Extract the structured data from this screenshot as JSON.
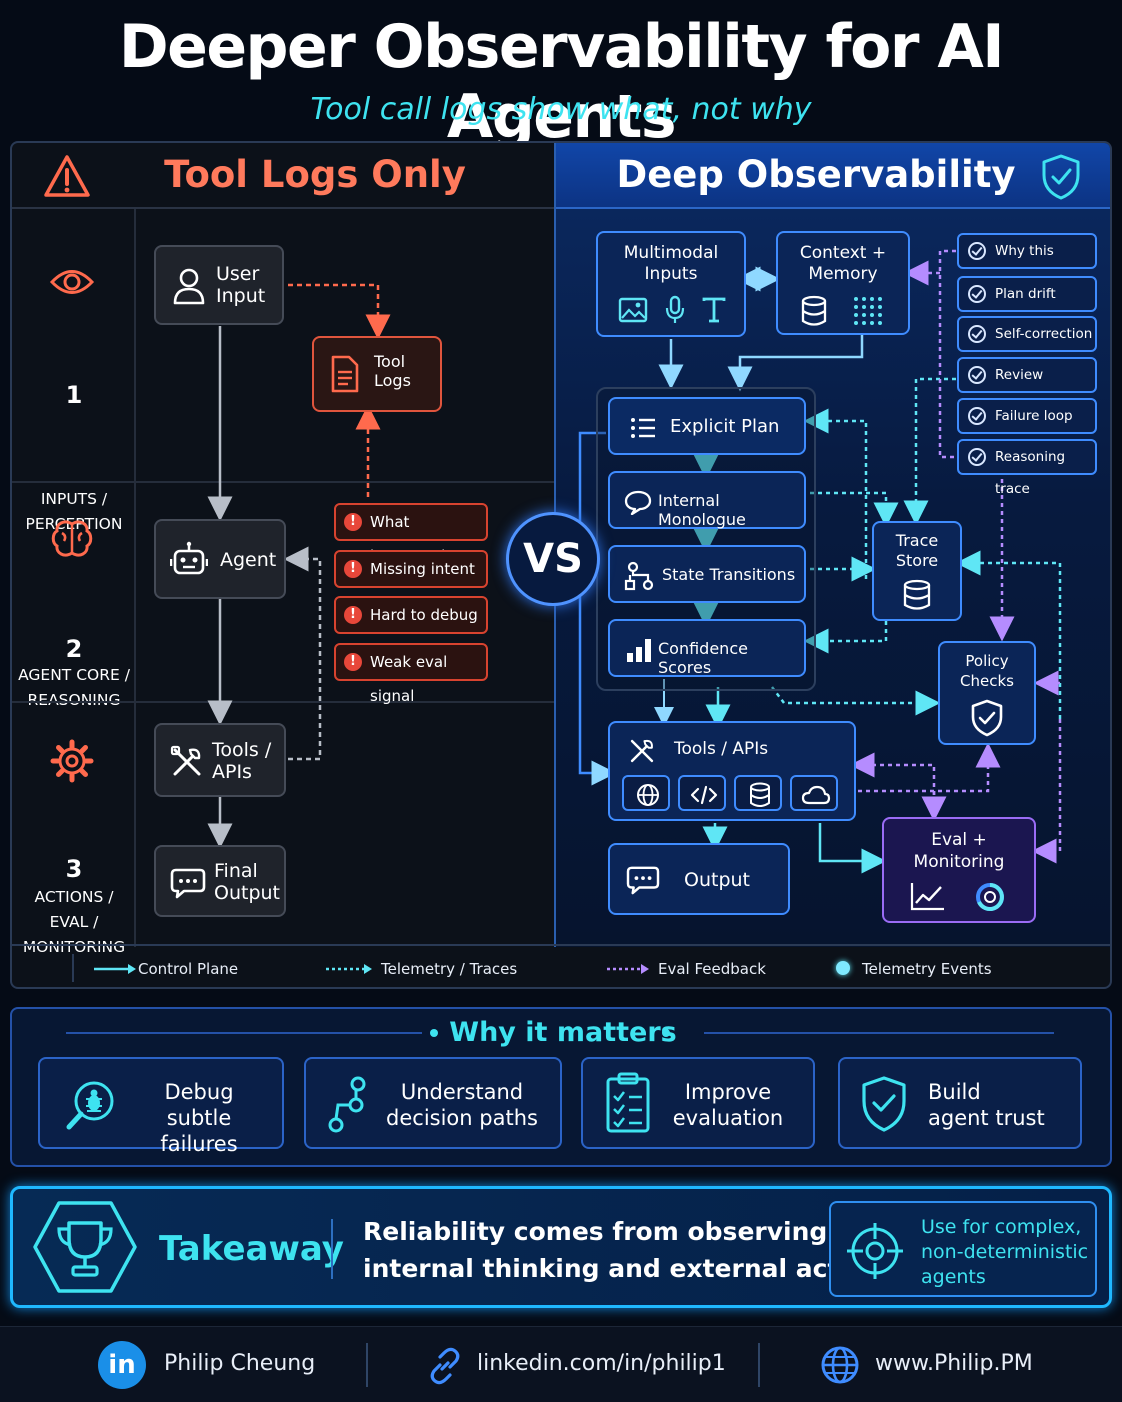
{
  "header": {
    "title": "Deeper Observability for AI Agents",
    "subtitle": "Tool call logs show what, not why"
  },
  "left": {
    "heading": "Tool Logs Only",
    "stages": [
      {
        "number": "1",
        "label_lines": [
          "INPUTS /",
          "PERCEPTION"
        ]
      },
      {
        "number": "2",
        "label_lines": [
          "AGENT CORE /",
          "REASONING"
        ]
      },
      {
        "number": "3",
        "label_lines": [
          "ACTIONS /",
          "EVAL /",
          "MONITORING"
        ]
      }
    ],
    "boxes": {
      "user_input": [
        "User",
        "Input"
      ],
      "tool_logs": [
        "Tool",
        "Logs"
      ],
      "agent": "Agent",
      "tools_apis": [
        "Tools /",
        "APIs"
      ],
      "final_output": [
        "Final",
        "Output"
      ]
    },
    "issues": [
      "What happened",
      "Missing intent",
      "Hard to debug",
      "Weak eval signal"
    ]
  },
  "vs_label": "VS",
  "right": {
    "heading": "Deep Observability",
    "multimodal": [
      "Multimodal",
      "Inputs"
    ],
    "context": [
      "Context +",
      "Memory"
    ],
    "tags": [
      "Why this action?",
      "Plan drift",
      "Self-correction",
      "Review needed",
      "Failure loop",
      "Reasoning trace"
    ],
    "core": [
      "Explicit Plan",
      "Internal Monologue",
      "State Transitions",
      "Confidence Scores"
    ],
    "trace_store": [
      "Trace",
      "Store"
    ],
    "policy_checks": [
      "Policy",
      "Checks"
    ],
    "tools_apis": "Tools / APIs",
    "output": "Output",
    "eval_monitoring": [
      "Eval +",
      "Monitoring"
    ]
  },
  "legend": [
    "Control Plane",
    "Telemetry / Traces",
    "Eval Feedback",
    "Telemetry Events"
  ],
  "why": {
    "title": "Why it matters",
    "cards": [
      [
        "Debug",
        "subtle failures"
      ],
      [
        "Understand",
        "decision paths"
      ],
      [
        "Improve",
        "evaluation"
      ],
      [
        "Build",
        "agent trust"
      ]
    ]
  },
  "takeaway": {
    "label": "Takeaway",
    "message_lines": [
      "Reliability comes from observing",
      "internal thinking and external actions"
    ],
    "side_lines": [
      "Use for complex,",
      "non-deterministic",
      "agents"
    ]
  },
  "footer": {
    "linkedin_badge": "in",
    "name": "Philip Cheung",
    "linkedin": "linkedin.com/in/philip1",
    "website": "www.Philip.PM"
  },
  "colors": {
    "accent_cyan": "#3ee3f0",
    "alert_red": "#e0553d",
    "brand_blue": "#3f8cff",
    "eval_purple": "#b58cff"
  }
}
